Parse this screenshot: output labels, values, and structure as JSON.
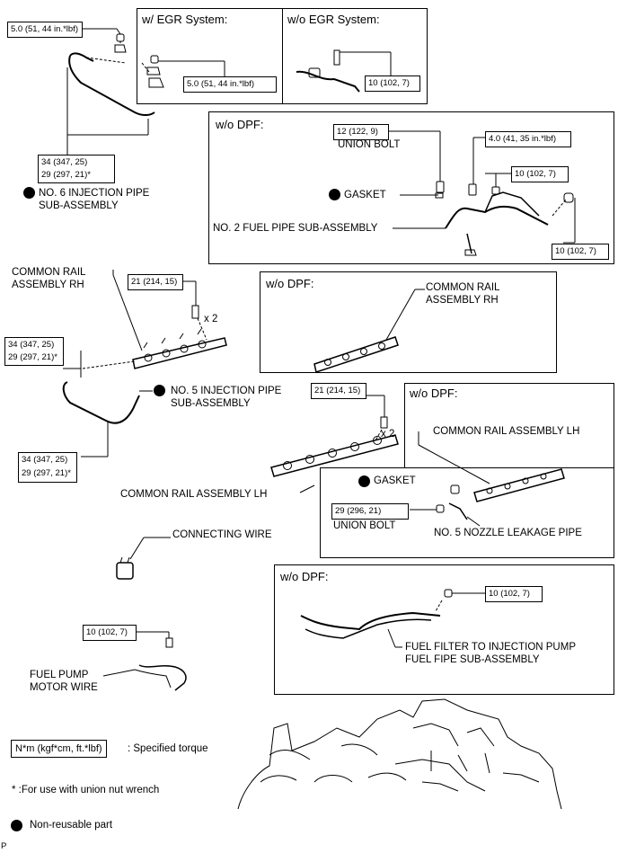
{
  "sections": {
    "egr_with": "w/ EGR System:",
    "egr_without": "w/o EGR System:",
    "wo_dpf_1": "w/o DPF:",
    "wo_dpf_2": "w/o DPF:",
    "wo_dpf_3": "w/o DPF:",
    "wo_dpf_4": "w/o DPF:"
  },
  "torques": {
    "t1": "5.0 (51, 44 in.*lbf)",
    "t2": "5.0 (51, 44 in.*lbf)",
    "t3": "10 (102, 7)",
    "t4a": "34 (347, 25)",
    "t4b": "29 (297, 21)*",
    "t5": "12 (122, 9)",
    "t6": "4.0 (41, 35 in.*lbf)",
    "t7": "10 (102, 7)",
    "t8": "10 (102, 7)",
    "t9": "21 (214, 15)",
    "t10a": "34 (347, 25)",
    "t10b": "29 (297, 21)*",
    "t11a": "34 (347, 25)",
    "t11b": "29 (297, 21)*",
    "t12": "21 (214, 15)",
    "t13": "29 (296, 21)",
    "t14": "10 (102, 7)",
    "t15": "10 (102, 7)"
  },
  "parts": {
    "no6_pipe_1": "NO. 6 INJECTION PIPE",
    "no6_pipe_2": "SUB-ASSEMBLY",
    "union_bolt_1": "UNION BOLT",
    "gasket_1": "GASKET",
    "no2_fuel_pipe": "NO. 2 FUEL PIPE SUB-ASSEMBLY",
    "rail_rh_1a": "COMMON RAIL",
    "rail_rh_1b": "ASSEMBLY RH",
    "rail_rh_2a": "COMMON RAIL",
    "rail_rh_2b": "ASSEMBLY RH",
    "no5_pipe_1": "NO. 5 INJECTION PIPE",
    "no5_pipe_2": "SUB-ASSEMBLY",
    "rail_lh_1": "COMMON RAIL ASSEMBLY LH",
    "rail_lh_2": "COMMON RAIL ASSEMBLY LH",
    "gasket_2": "GASKET",
    "union_bolt_2": "UNION BOLT",
    "no5_leak_pipe": "NO. 5 NOZZLE LEAKAGE PIPE",
    "connecting_wire": "CONNECTING WIRE",
    "filter_pipe_1": "FUEL FILTER TO INJECTION PUMP",
    "filter_pipe_2": "FUEL FIPE SUB-ASSEMBLY",
    "pump_wire_1": "FUEL PUMP",
    "pump_wire_2": "MOTOR WIRE",
    "x2_a": "x 2",
    "x2_b": "x 2"
  },
  "legend": {
    "torque_box": "N*m (kgf*cm, ft.*lbf)",
    "torque_desc": ": Specified torque",
    "nut_note": "* :For use with union nut wrench",
    "nonreusable": "Non-reusable part"
  },
  "corner_mark": "P"
}
